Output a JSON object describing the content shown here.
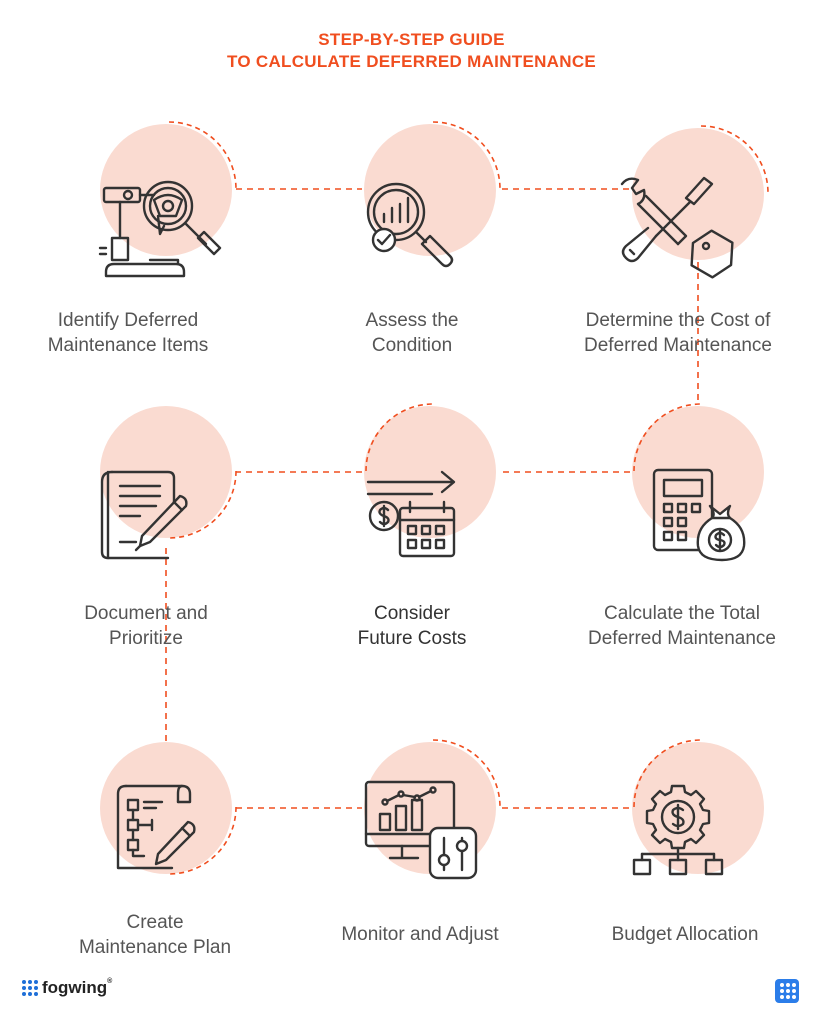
{
  "header": {
    "title_line1": "STEP-BY-STEP GUIDE",
    "title_line2": "TO CALCULATE DEFERRED MAINTENANCE"
  },
  "steps": [
    {
      "line1": "Identify Deferred",
      "line2": "Maintenance Items",
      "icon": "inspection-icon"
    },
    {
      "line1": "Assess the",
      "line2": "Condition",
      "icon": "magnifier-chart-icon"
    },
    {
      "line1": "Determine the Cost of",
      "line2": "Deferred Maintenance",
      "icon": "tools-price-tag-icon"
    },
    {
      "line1": "Document and",
      "line2": "Prioritize",
      "icon": "document-pen-icon"
    },
    {
      "line1": "Consider",
      "line2": "Future Costs",
      "icon": "future-cost-calendar-icon"
    },
    {
      "line1": "Calculate the Total",
      "line2": "Deferred Maintenance",
      "icon": "calculator-money-bag-icon"
    },
    {
      "line1": "Create",
      "line2": "Maintenance Plan",
      "icon": "plan-scroll-icon"
    },
    {
      "line1": "Monitor and Adjust",
      "line2": "",
      "icon": "monitor-dashboard-icon"
    },
    {
      "line1": "Budget Allocation",
      "line2": "",
      "icon": "budget-hierarchy-icon"
    }
  ],
  "footer": {
    "brand": "fogwing",
    "trademark": "®"
  },
  "colors": {
    "accent": "#f04e1f",
    "circle": "#fadbd1",
    "icon_stroke": "#333333",
    "brand_blue": "#2b7de9"
  }
}
